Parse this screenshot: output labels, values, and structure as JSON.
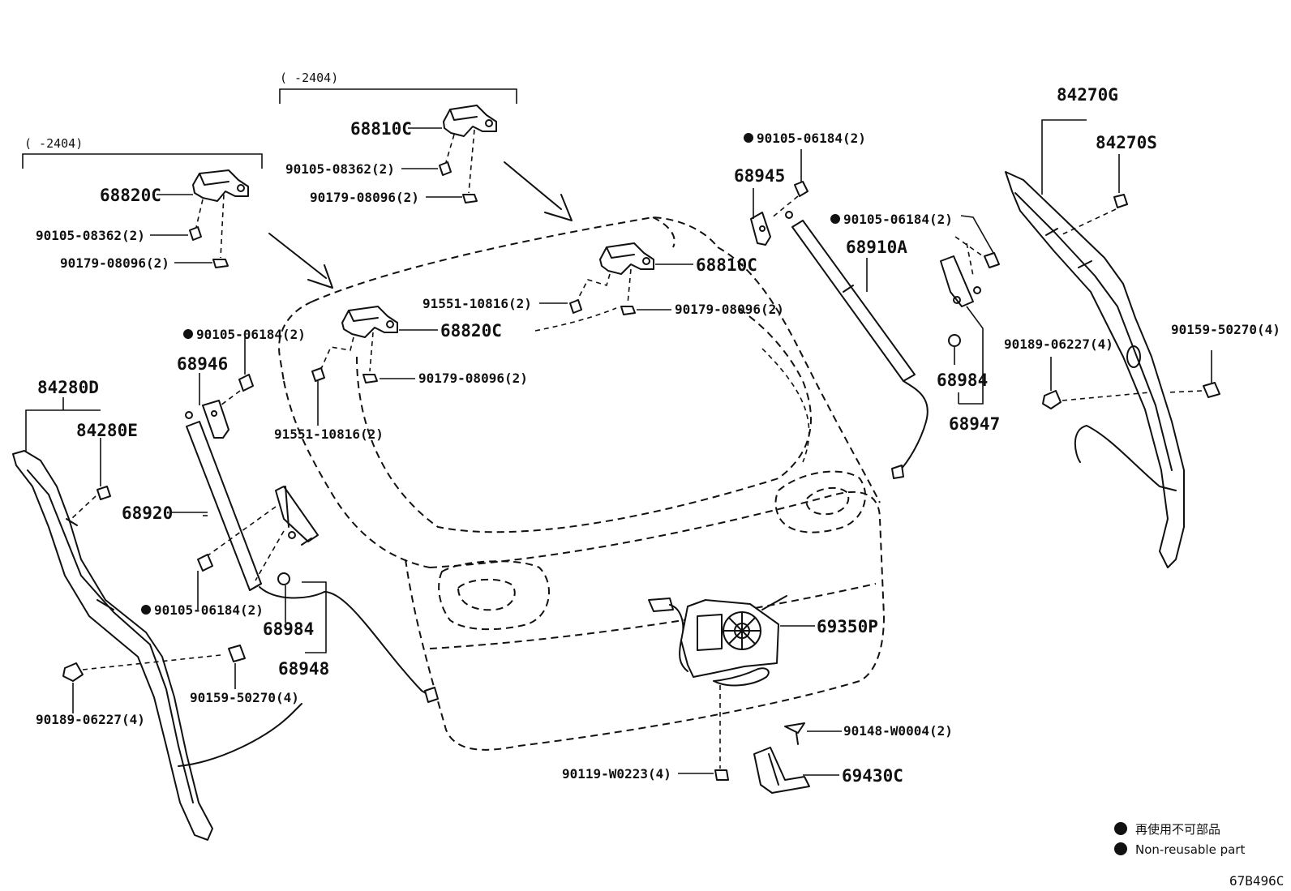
{
  "ranges": {
    "left": "(    -2404)",
    "center": "(    -2404)"
  },
  "parts": {
    "p68810C_top": "68810C",
    "p68810C_right": "68810C",
    "p68820C_left": "68820C",
    "p68820C_center": "68820C",
    "p90105_08362_a": "90105-08362(2)",
    "p90105_08362_b": "90105-08362(2)",
    "p90179_08096_a": "90179-08096(2)",
    "p90179_08096_b": "90179-08096(2)",
    "p90179_08096_c": "90179-08096(2)",
    "p90179_08096_d": "90179-08096(2)",
    "p91551_10816_a": "91551-10816(2)",
    "p91551_10816_b": "91551-10816(2)",
    "p90105_06184_a": "90105-06184(2)",
    "p90105_06184_b": "90105-06184(2)",
    "p90105_06184_c": "90105-06184(2)",
    "p90105_06184_d": "90105-06184(2)",
    "p68945": "68945",
    "p68946": "68946",
    "p68910A": "68910A",
    "p68920": "68920",
    "p68984_right": "68984",
    "p68984_left": "68984",
    "p68947": "68947",
    "p68948": "68948",
    "p84270G": "84270G",
    "p84270S": "84270S",
    "p84280D": "84280D",
    "p84280E": "84280E",
    "p90189_06227_right": "90189-06227(4)",
    "p90189_06227_left": "90189-06227(4)",
    "p90159_50270_right": "90159-50270(4)",
    "p90159_50270_left": "90159-50270(4)",
    "p69350P": "69350P",
    "p90148_W0004": "90148-W0004(2)",
    "p90119_W0223": "90119-W0223(4)",
    "p69430C": "69430C"
  },
  "legend": {
    "jp": "再使用不可部品",
    "en": "Non-reusable part"
  },
  "diagram_code": "67B496C"
}
